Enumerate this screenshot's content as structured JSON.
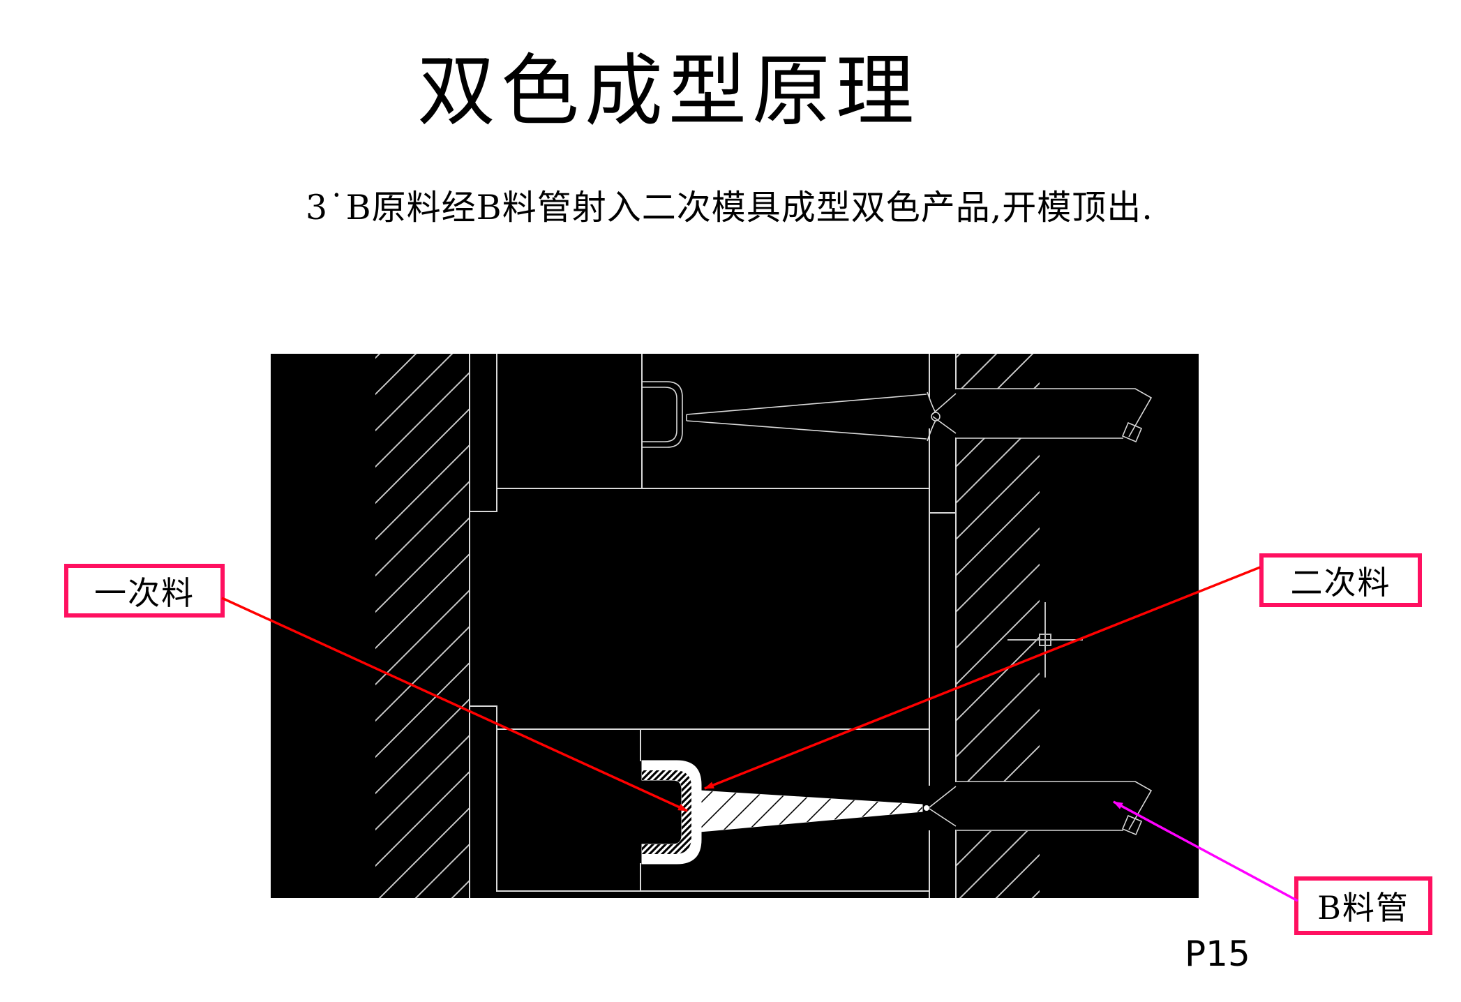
{
  "page": {
    "title": "双色成型原理",
    "subtitle": "3˙B原料经B料管射入二次模具成型双色产品,开模顶出.",
    "page_number": "P15"
  },
  "callouts": {
    "primary_material": "一次料",
    "secondary_material": "二次料",
    "b_material_barrel": "B料管"
  },
  "colors": {
    "canvas_bg": "#000000",
    "cad_line": "#D9D9D9",
    "hatch_line": "#C9C9C9",
    "leader_red": "#FF0000",
    "leader_magenta": "#FF00FF",
    "callout_border": "#FF1060",
    "text_color": "#000000",
    "slide_bg": "#FFFFFF"
  }
}
